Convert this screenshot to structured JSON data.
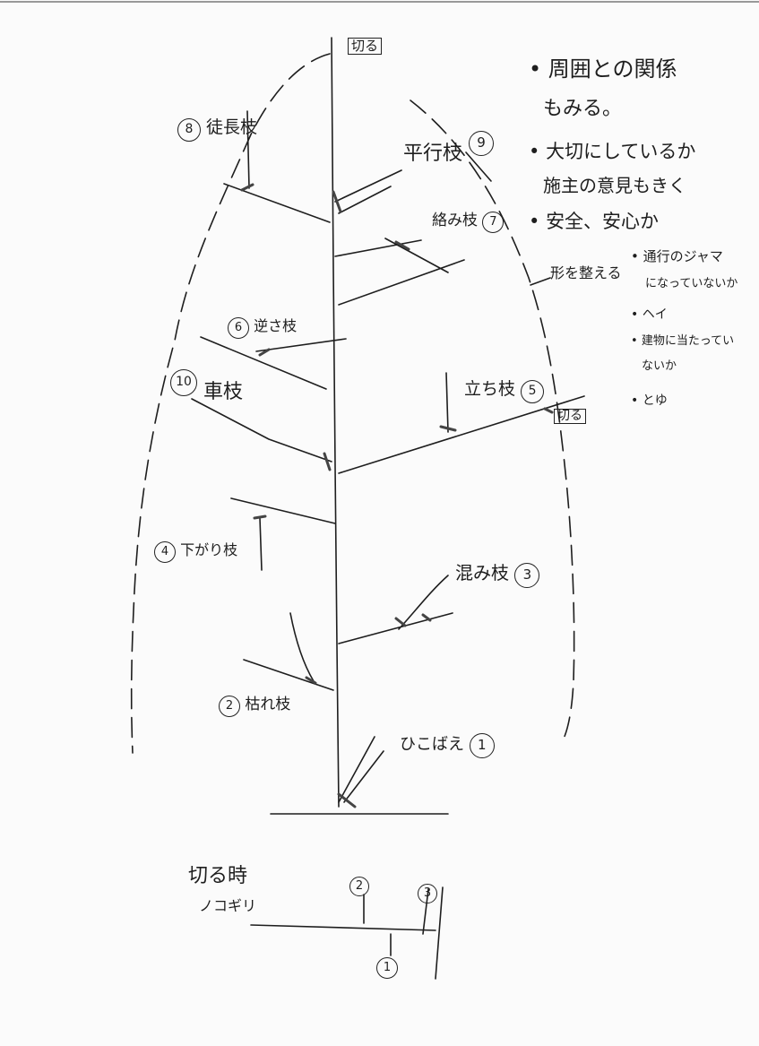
{
  "tree_labels": {
    "cut_top": "切る",
    "cut_right": "切る",
    "b8_num": "8",
    "b8_text": "徒長枝",
    "b9_num": "9",
    "b9_text": "平行枝",
    "b7_num": "7",
    "b7_text": "絡み枝",
    "b6_num": "6",
    "b6_text": "逆さ枝",
    "b10_num": "10",
    "b10_text": "車枝",
    "b5_num": "5",
    "b5_text": "立ち枝",
    "b4_num": "4",
    "b4_text": "下がり枝",
    "b3_num": "3",
    "b3_text": "混み枝",
    "b2_num": "2",
    "b2_text": "枯れ枝",
    "b1_num": "1",
    "b1_text": "ひこばえ",
    "shape_text": "形を整える"
  },
  "notes": {
    "line1": "周囲との関係",
    "line2": "もみる。",
    "line3": "大切にしているか",
    "line4": "施主の意見もきく",
    "line5": "安全、安心か",
    "sub1a": "通行のジャマ",
    "sub1b": "になっていないか",
    "sub2": "ヘイ",
    "sub3a": "建物に当たってい",
    "sub3b": "ないか",
    "sub4": "とゆ"
  },
  "saw": {
    "title": "切る時",
    "subtitle": "ノコギリ",
    "n1": "1",
    "n2": "2",
    "n3": "3"
  }
}
